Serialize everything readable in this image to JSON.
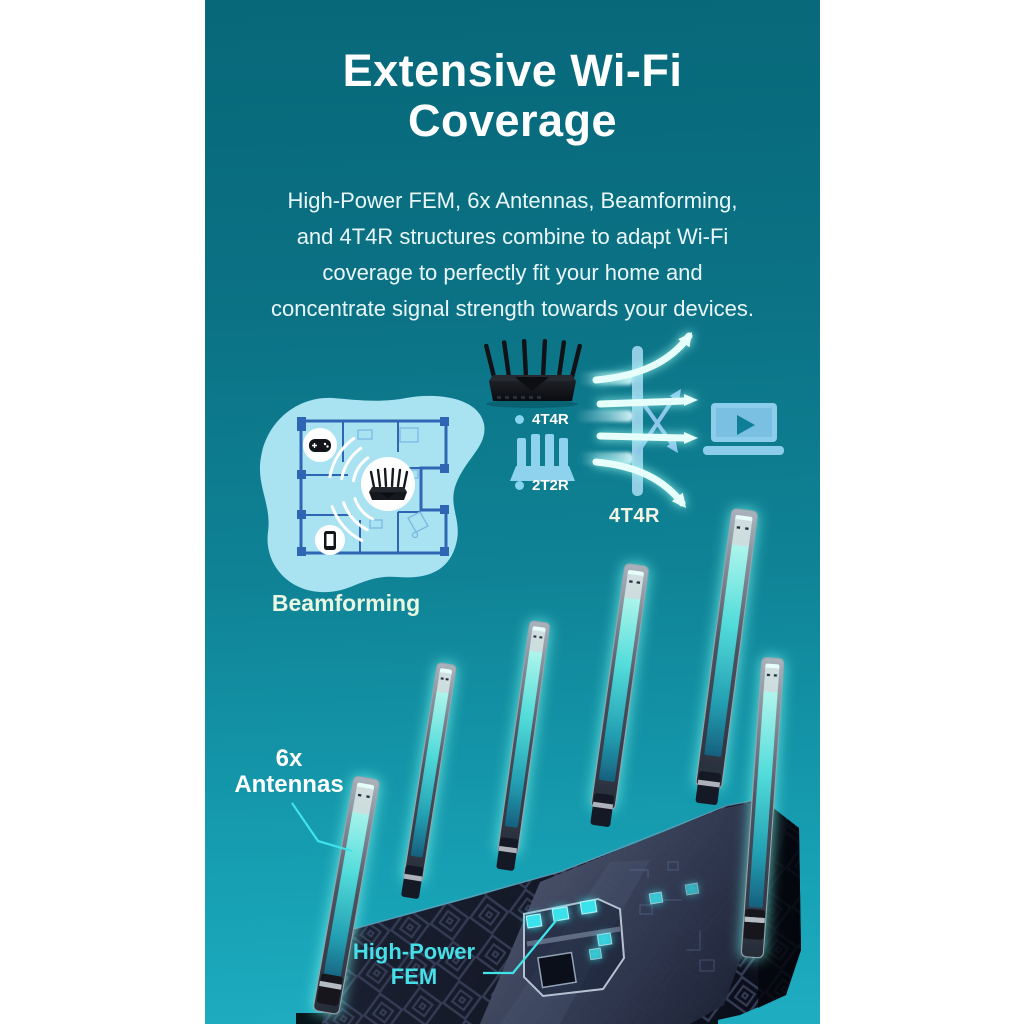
{
  "title": {
    "line1": "Extensive Wi-Fi",
    "line2": "Coverage"
  },
  "description": {
    "line1": "High-Power FEM, 6x Antennas, Beamforming,",
    "line2": "and 4T4R structures combine to adapt Wi-Fi",
    "line3": "coverage to perfectly fit your home and",
    "line4": "concentrate signal strength towards your devices."
  },
  "beamforming": {
    "label": "Beamforming",
    "device_icons": [
      "game-controller-icon",
      "wifi-router-icon",
      "smartphone-icon"
    ]
  },
  "mimo": {
    "router_label": "4T4R",
    "icon_label": "2T2R",
    "beam_label": "4T4R",
    "target_icon": "laptop-video-icon"
  },
  "callouts": {
    "antennas": {
      "line1": "6x",
      "line2": "Antennas"
    },
    "fem": {
      "line1": "High-Power",
      "line2": "FEM"
    }
  },
  "colors": {
    "margin": "#ffffff",
    "background_top": "#076879",
    "background_bottom": "#1fadc1",
    "accent_cyan": "#3fe3e8",
    "blob_blue": "#a9e2f1",
    "blueprint_blue": "#2e66b4",
    "icon_blue": "#8bcdeb",
    "label_cream": "#f2f5e6",
    "label_pale_green": "#e9f6e1",
    "antenna_glow": "#6ff2e9",
    "router_body": "#0d1120"
  }
}
